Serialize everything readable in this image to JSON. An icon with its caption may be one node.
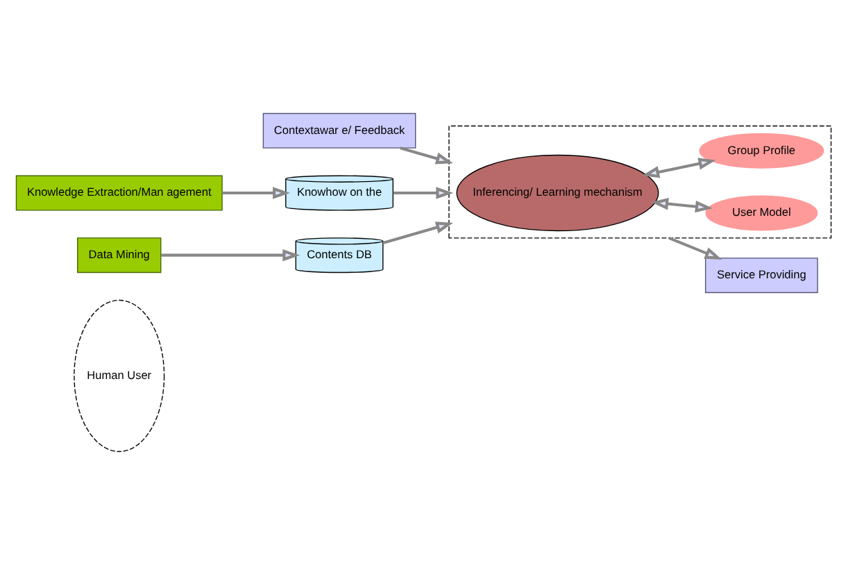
{
  "diagram": {
    "nodes": [
      {
        "text": [
          "Human User"
        ]
      },
      {
        "text": [
          "Contextawar e/ Feedback"
        ]
      },
      {
        "text": [
          "Knowhow on the"
        ]
      },
      {
        "text": [
          "Knowledge Extraction/Man agement"
        ]
      },
      {
        "text": [],
        "shape": "box"
      },
      {
        "text": [
          "Inferencing/ Learning mechanism"
        ],
        "in": 4
      },
      {
        "text": [
          "User Model"
        ],
        "in": 4
      },
      {
        "text": [
          "Group Profile"
        ],
        "in": 4
      },
      {
        "text": [
          "Service Providing"
        ]
      },
      {
        "text": [
          "Contents DB"
        ]
      },
      {
        "text": [
          "Data Mining"
        ]
      }
    ],
    "edges": [
      {
        "from": 3,
        "to": 2,
        "arrow": "to"
      },
      {
        "from": 2,
        "to": 4,
        "arrow": "to"
      },
      {
        "from": 1,
        "to": 4,
        "arrow": "to"
      },
      {
        "from": 4,
        "to": 8,
        "arrow": "to"
      },
      {
        "from": 5,
        "to": 6,
        "arrow": "both"
      },
      {
        "from": 5,
        "to": 7,
        "arrow": "both"
      },
      {
        "from": 10,
        "to": 9,
        "arrow": "to"
      },
      {
        "from": 9,
        "to": 4,
        "arrow": "to"
      }
    ]
  }
}
